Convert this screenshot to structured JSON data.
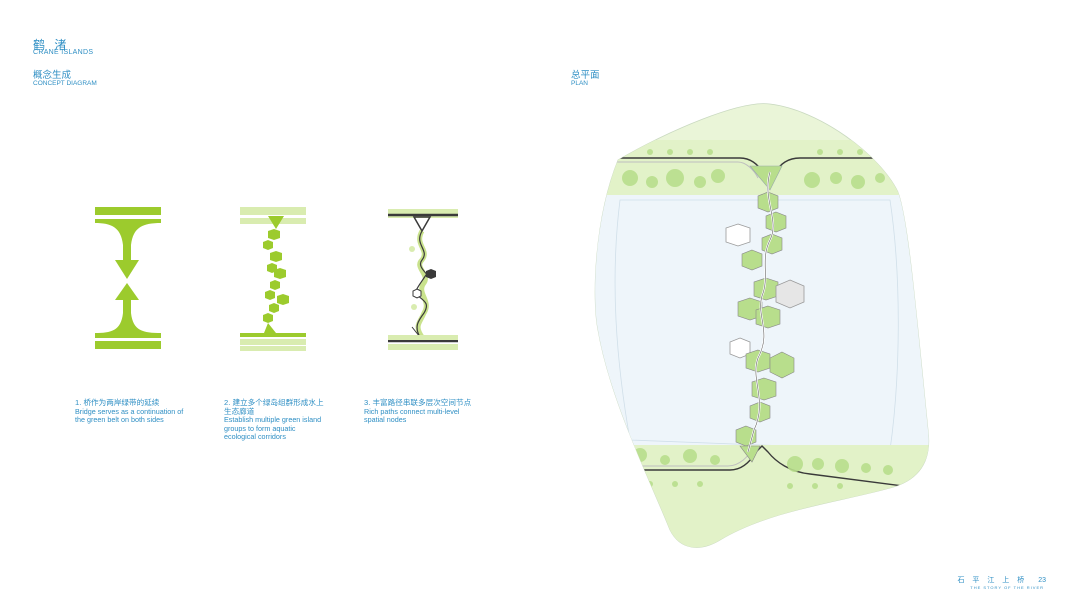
{
  "header": {
    "title_cn": "鹤 渚",
    "title_en": "CRANE ISLANDS"
  },
  "concept": {
    "label_cn": "概念生成",
    "label_en": "CONCEPT DIAGRAM",
    "steps": [
      {
        "title": "1. 桥作为两岸绿带的延续",
        "desc": "Bridge serves as a continuation of the green belt on both sides"
      },
      {
        "title": "2. 建立多个绿岛组群形成水上生态廊道",
        "desc": "Establish multiple green island groups to form aquatic ecological corridors"
      },
      {
        "title": "3. 丰富路径串联多层次空间节点",
        "desc": "Rich paths connect multi-level spatial nodes"
      }
    ]
  },
  "plan": {
    "label_cn": "总平面",
    "label_en": "PLAN"
  },
  "footer": {
    "book_cn": "石 平 江 上 桥",
    "page": "23",
    "book_en": "THE STORY OF THE RIVER"
  },
  "colors": {
    "accent_text": "#2f8fc4",
    "lime": "#9ccb2d",
    "lime_light": "#d9ecb0",
    "water": "#eef5fa",
    "dark_path": "#3a3a3a"
  }
}
